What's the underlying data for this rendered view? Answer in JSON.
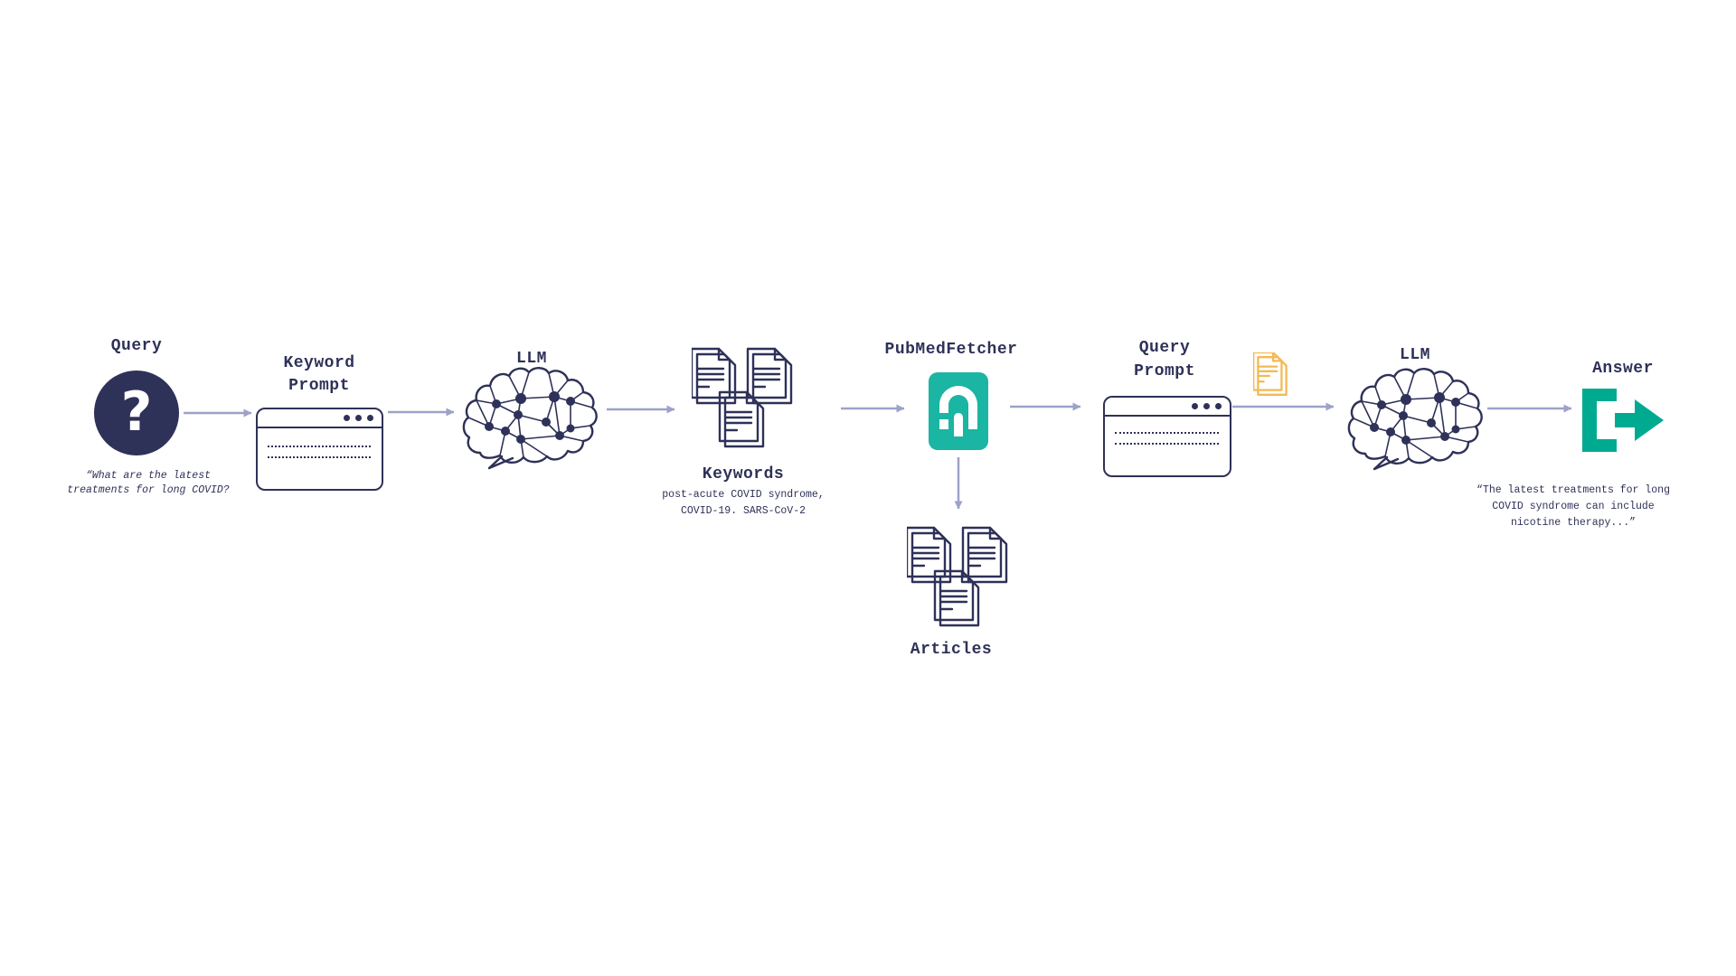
{
  "background": "#ffffff",
  "colors": {
    "navy": "#2e3158",
    "arrow_lavender": "#9ea1c8",
    "pubmed_teal": "#1ab5a3",
    "answer_green": "#00aa91",
    "doc_amber": "#f3ba52",
    "white": "#ffffff"
  },
  "icons": {
    "query": "question-mark-icon",
    "keyword_prompt": "browser-window-icon",
    "llm": "brain-network-icon",
    "keywords": "documents-stack-icon",
    "pubmed_fetcher": "pubmed-fetcher-icon",
    "articles": "documents-stack-icon",
    "query_prompt": "browser-window-icon",
    "context_document": "document-icon",
    "answer": "exit-arrow-icon"
  },
  "nodes": {
    "query": {
      "label": "Query",
      "icon_glyph": "?",
      "quote_lines": [
        "“What are the latest",
        "treatments for long COVID?"
      ]
    },
    "keyword_prompt": {
      "label_lines": [
        "Keyword",
        "Prompt"
      ]
    },
    "llm_1": {
      "label": "LLM"
    },
    "keywords": {
      "label": "Keywords",
      "sub_lines": [
        "post-acute COVID syndrome,",
        "COVID-19. SARS-CoV-2"
      ]
    },
    "pubmed_fetcher": {
      "label": "PubMedFetcher"
    },
    "articles": {
      "label": "Articles"
    },
    "query_prompt": {
      "label_lines": [
        "Query",
        "Prompt"
      ]
    },
    "llm_2": {
      "label": "LLM"
    },
    "answer": {
      "label": "Answer",
      "quote_lines": [
        "“The latest treatments for long",
        "COVID syndrome can include",
        "nicotine therapy...”"
      ]
    }
  }
}
